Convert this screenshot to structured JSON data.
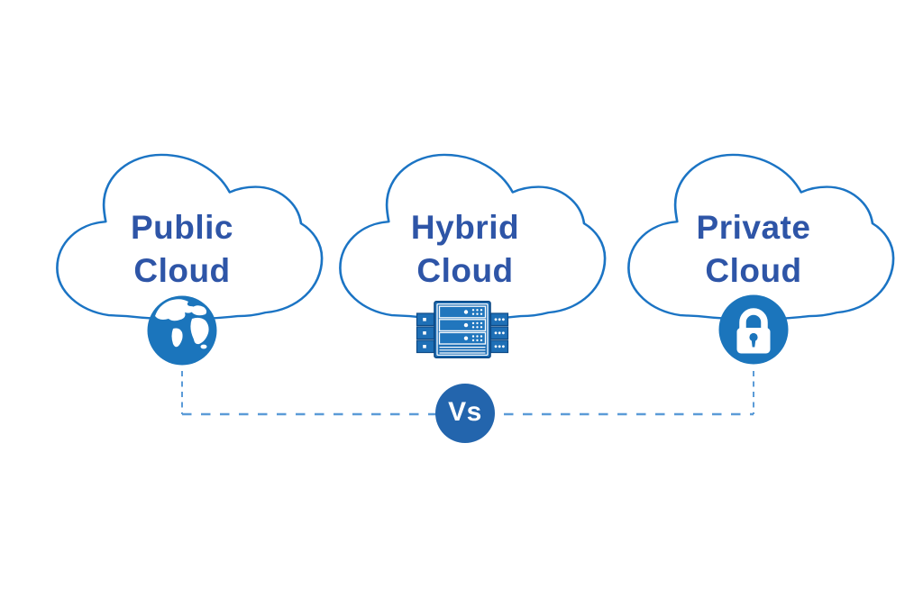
{
  "page": {
    "type": "cloud-comparison-diagram",
    "background": "#ffffff"
  },
  "clouds": [
    {
      "name": "public-cloud",
      "label_line1": "Public",
      "label_line2": "Cloud",
      "icon": "globe-icon"
    },
    {
      "name": "hybrid-cloud",
      "label_line1": "Hybrid",
      "label_line2": "Cloud",
      "icon": "server-icon"
    },
    {
      "name": "private-cloud",
      "label_line1": "Private",
      "label_line2": "Cloud",
      "icon": "lock-icon"
    }
  ],
  "versus": {
    "label": "Vs"
  },
  "colors": {
    "cloud_outline": "#1b74c4",
    "label_text": "#2e55a7",
    "icon_blue": "#1b75bc",
    "server_blue": "#1e6fb6",
    "server_outline": "#0e4a86",
    "vs_circle": "#2365ad",
    "vs_text": "#ffffff",
    "dashed_line": "#5b9bd7",
    "background": "#ffffff"
  }
}
